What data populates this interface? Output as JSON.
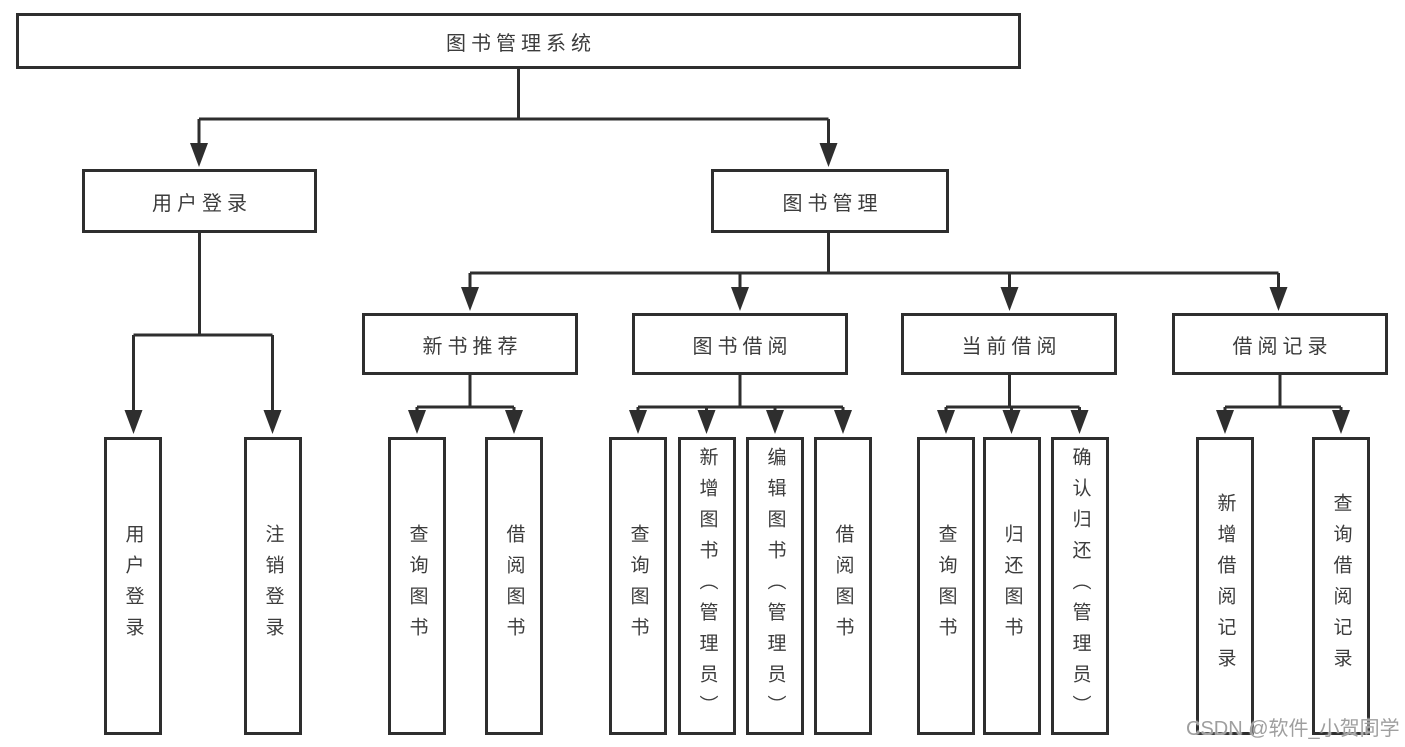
{
  "diagram": {
    "root": {
      "label": "图书管理系统"
    },
    "level2": [
      {
        "label": "用户登录"
      },
      {
        "label": "图书管理"
      }
    ],
    "level3": [
      {
        "label": "新书推荐"
      },
      {
        "label": "图书借阅"
      },
      {
        "label": "当前借阅"
      },
      {
        "label": "借阅记录"
      }
    ],
    "leaves": [
      {
        "label": "用户登录"
      },
      {
        "label": "注销登录"
      },
      {
        "label": "查询图书"
      },
      {
        "label": "借阅图书"
      },
      {
        "label": "查询图书"
      },
      {
        "label": "新增图书（管理员）"
      },
      {
        "label": "编辑图书（管理员）"
      },
      {
        "label": "借阅图书"
      },
      {
        "label": "查询图书"
      },
      {
        "label": "归还图书"
      },
      {
        "label": "确认归还（管理员）"
      },
      {
        "label": "新增借阅记录"
      },
      {
        "label": "查询借阅记录"
      }
    ]
  },
  "watermark": {
    "text": "CSDN @软件_小贺同学"
  },
  "colors": {
    "line": "#2e2e2e",
    "box_border": "#2e2e2e",
    "box_background": "#ffffff",
    "text": "#3c3c3c",
    "watermark": "#9f9f9f",
    "page_background": "#ffffff"
  }
}
